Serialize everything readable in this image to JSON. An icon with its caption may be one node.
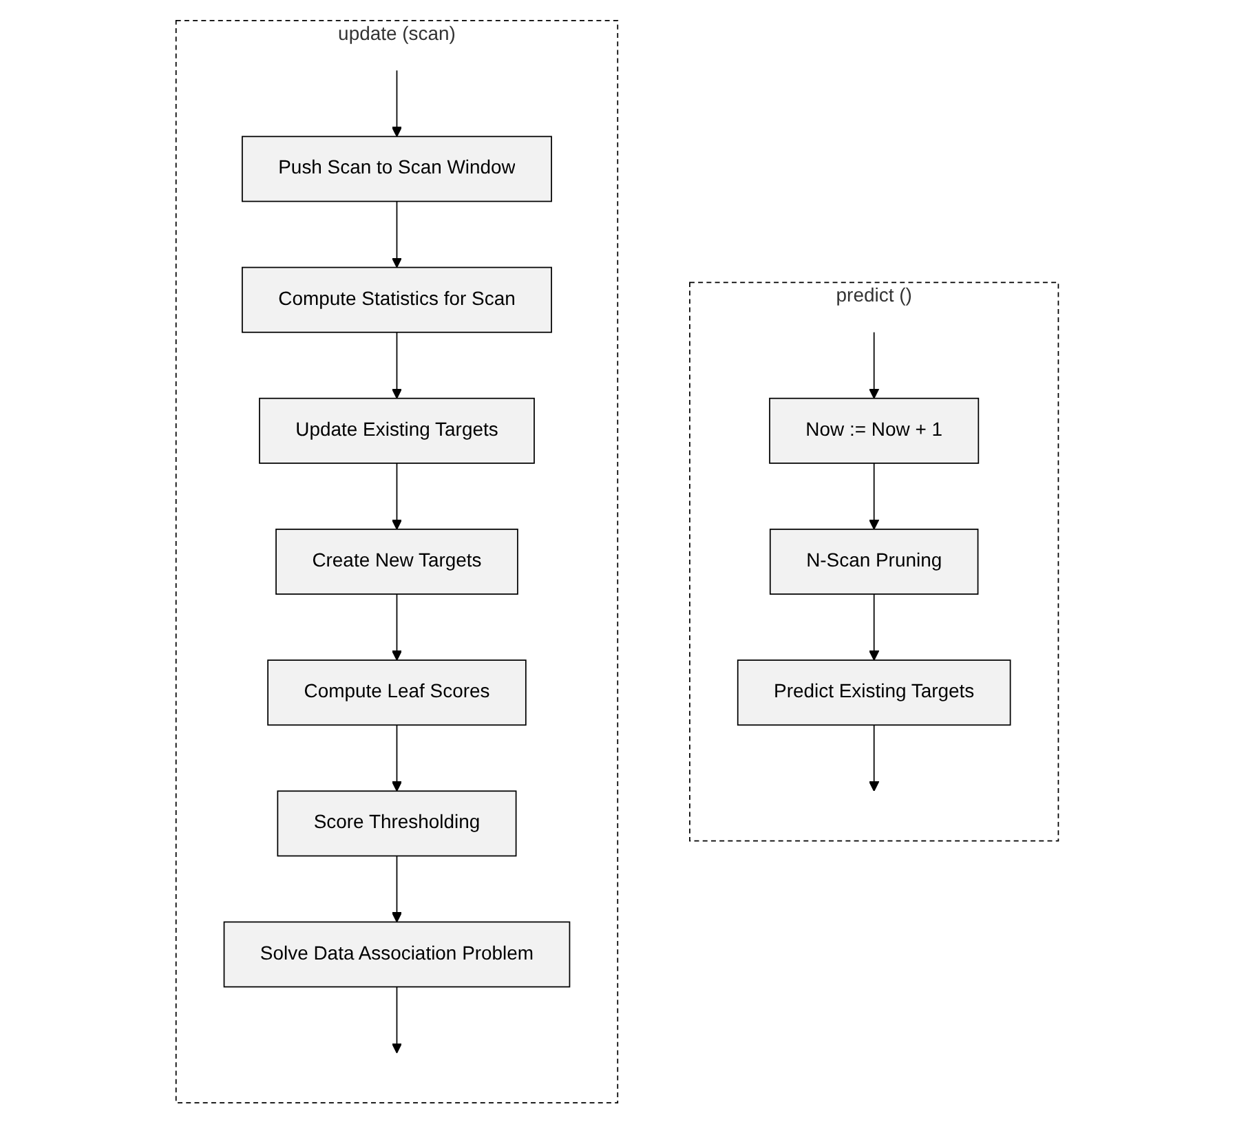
{
  "diagram": {
    "nodes": [
      {
        "text": [
          "update (scan)"
        ]
      },
      {
        "text": [
          "Push Scan to Scan Window"
        ],
        "in": 0
      },
      {
        "text": [
          "Compute Statistics for Scan"
        ],
        "in": 0
      },
      {
        "text": [
          "Update Existing Targets"
        ],
        "in": 0
      },
      {
        "text": [
          "Create New Targets"
        ],
        "in": 0
      },
      {
        "text": [
          "Compute Leaf Scores"
        ],
        "in": 0
      },
      {
        "text": [
          "Score Thresholding"
        ],
        "in": 0
      },
      {
        "text": [
          "Solve Data Association Problem"
        ],
        "in": 0
      },
      {
        "text": [
          "predict ()"
        ]
      },
      {
        "text": [
          "Now := Now + 1"
        ],
        "in": 8
      },
      {
        "text": [
          "N-Scan Pruning"
        ],
        "in": 8
      },
      {
        "text": [
          "Predict Existing Targets"
        ],
        "in": 8
      }
    ],
    "edges": [
      {
        "from": null,
        "to": 1,
        "arrow": "to"
      },
      {
        "from": 1,
        "to": 2,
        "arrow": "to"
      },
      {
        "from": 2,
        "to": 3,
        "arrow": "to"
      },
      {
        "from": 3,
        "to": 4,
        "arrow": "to"
      },
      {
        "from": 4,
        "to": 5,
        "arrow": "to"
      },
      {
        "from": 5,
        "to": 6,
        "arrow": "to"
      },
      {
        "from": 6,
        "to": 7,
        "arrow": "to"
      },
      {
        "from": 7,
        "to": null,
        "arrow": "to"
      },
      {
        "from": null,
        "to": 9,
        "arrow": "to"
      },
      {
        "from": 9,
        "to": 10,
        "arrow": "to"
      },
      {
        "from": 10,
        "to": 11,
        "arrow": "to"
      },
      {
        "from": 11,
        "to": null,
        "arrow": "to"
      }
    ]
  }
}
